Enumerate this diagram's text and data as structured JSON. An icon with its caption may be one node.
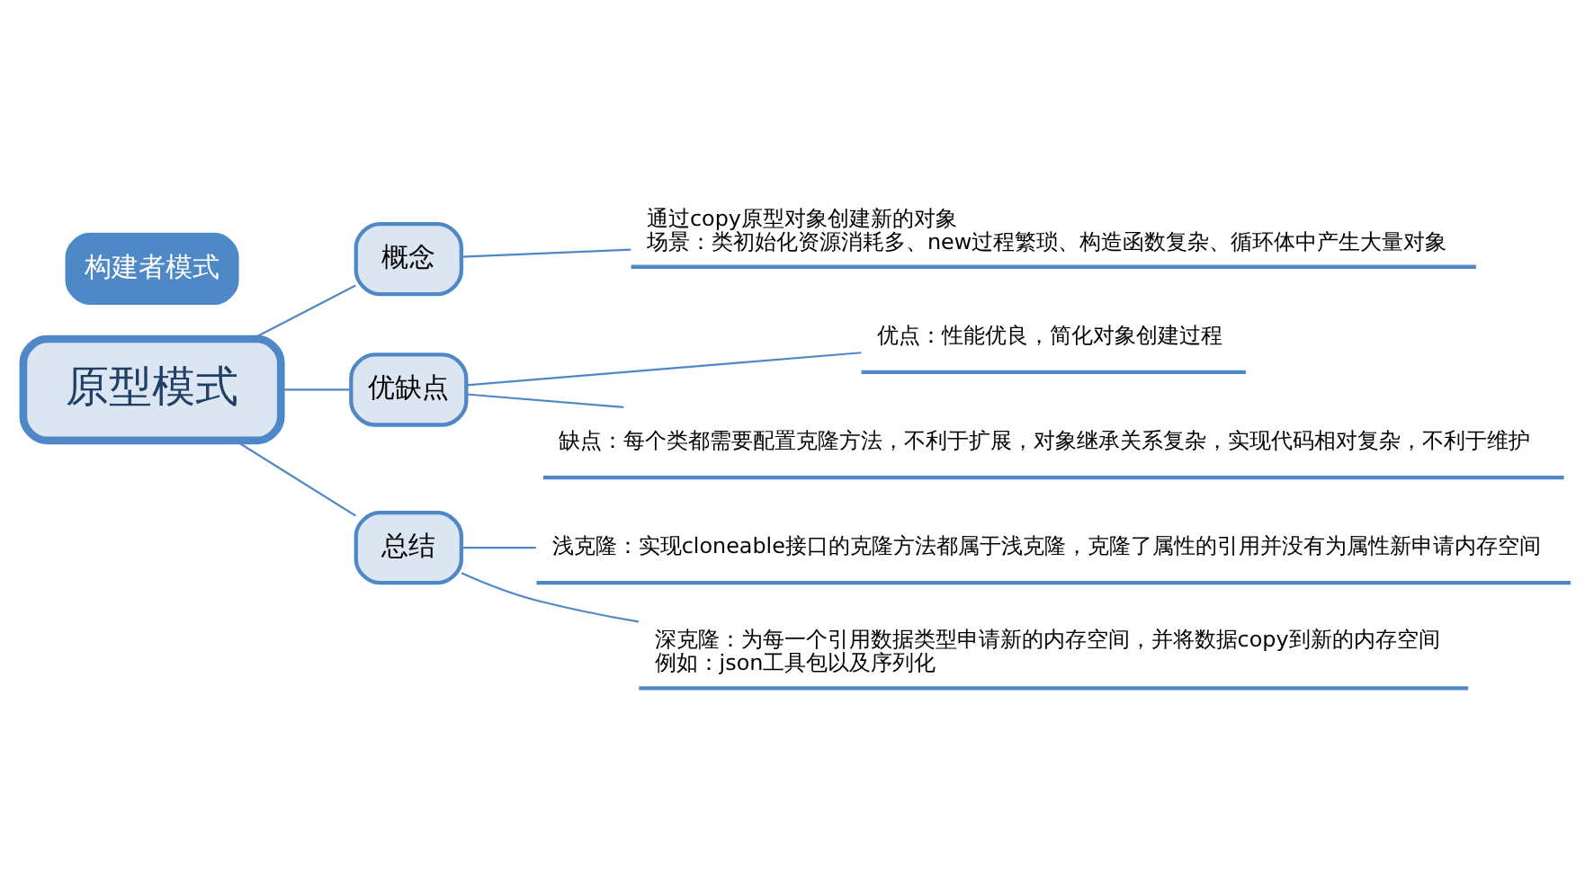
{
  "diagram": {
    "nodes": [
      {
        "text": [
          "原型模式"
        ]
      },
      {
        "text": [
          "概念"
        ]
      },
      {
        "text": [
          "通过copy原型对象创建新的对象",
          "场景：类初始化资源消耗多、new过程繁琐、构造函数复杂、循环体中产生大量对象"
        ]
      },
      {
        "text": [
          "优缺点"
        ]
      },
      {
        "text": [
          "优点：性能优良，简化对象创建过程"
        ]
      },
      {
        "text": [
          "缺点：每个类都需要配置克隆方法，不利于扩展，对象继承关系复杂，实现代码相对复杂，不利于维护"
        ]
      },
      {
        "text": [
          "总结"
        ]
      },
      {
        "text": [
          "浅克隆：实现cloneable接口的克隆方法都属于浅克隆，克隆了属性的引用并没有为属性新申请内存空间"
        ]
      },
      {
        "text": [
          "深克隆：为每一个引用数据类型申请新的内存空间，并将数据copy到新的内存空间",
          "例如：json工具包以及序列化"
        ]
      },
      {
        "text": [
          "构建者模式"
        ]
      }
    ],
    "edges": [
      {
        "from": 0,
        "to": 1,
        "arrow": "none"
      },
      {
        "from": 1,
        "to": 2,
        "arrow": "none"
      },
      {
        "from": 0,
        "to": 3,
        "arrow": "none"
      },
      {
        "from": 3,
        "to": 4,
        "arrow": "none"
      },
      {
        "from": 3,
        "to": 5,
        "arrow": "none"
      },
      {
        "from": 0,
        "to": 6,
        "arrow": "none"
      },
      {
        "from": 6,
        "to": 7,
        "arrow": "none"
      },
      {
        "from": 6,
        "to": 8,
        "arrow": "none"
      }
    ]
  }
}
